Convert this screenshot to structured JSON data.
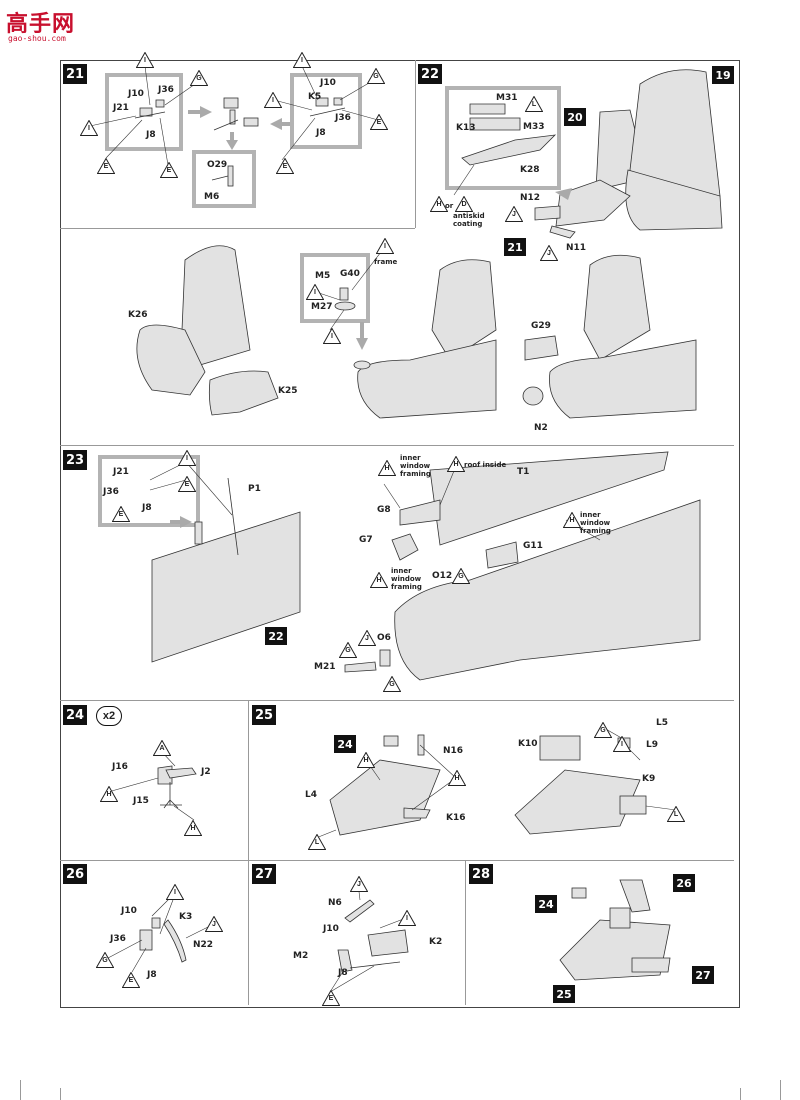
{
  "watermark": {
    "main": "高手网",
    "sub": "gao-shou.com"
  },
  "steps": {
    "s21": "21",
    "s22": "22",
    "s23": "23",
    "s24": "24",
    "s25": "25",
    "s26": "26",
    "s27": "27",
    "s28": "28"
  },
  "multiplier": "x2",
  "refs": {
    "r19": "19",
    "r20": "20",
    "r21": "21",
    "r22": "22",
    "r24a": "24",
    "r24b": "24",
    "r25": "25",
    "r26": "26",
    "r27": "27"
  },
  "labels": {
    "J10a": "J10",
    "J36a": "J36",
    "J21a": "J21",
    "J8a": "J8",
    "O29": "O29",
    "M6": "M6",
    "J10b": "J10",
    "K5": "K5",
    "J36b": "J36",
    "J8b": "J8",
    "M31": "M31",
    "K13": "K13",
    "M33": "M33",
    "K28": "K28",
    "N12": "N12",
    "N11": "N11",
    "K26": "K26",
    "K25": "K25",
    "M5": "M5",
    "G40": "G40",
    "M27": "M27",
    "G29": "G29",
    "N2": "N2",
    "J21c": "J21",
    "J36c": "J36",
    "J8c": "J8",
    "P1": "P1",
    "T1": "T1",
    "G8": "G8",
    "G7": "G7",
    "G11": "G11",
    "O12": "O12",
    "O6": "O6",
    "M21": "M21",
    "J16": "J16",
    "J2": "J2",
    "J15": "J15",
    "N16": "N16",
    "L4": "L4",
    "K16": "K16",
    "K10": "K10",
    "L5": "L5",
    "L9": "L9",
    "K9": "K9",
    "J10d": "J10",
    "K3": "K3",
    "J36d": "J36",
    "N22": "N22",
    "J8d": "J8",
    "N6": "N6",
    "J10e": "J10",
    "K2": "K2",
    "M2": "M2",
    "J8e": "J8"
  },
  "notes": {
    "or": "or",
    "antiskid": "antiskid\ncoating",
    "frame": "frame",
    "inner1": "inner\nwindow\nframing",
    "roof": "roof inside",
    "inner2": "inner\nwindow\nframing",
    "inner3": "inner\nwindow\nframing"
  },
  "tri": {
    "t1": "I",
    "t2": "G",
    "t3": "I",
    "t4": "E",
    "t5": "E",
    "t6": "I",
    "t7": "G",
    "t8": "I",
    "t9": "E",
    "t10": "E",
    "t11": "L",
    "t12": "H",
    "t13": "D",
    "t14": "J",
    "t15": "J",
    "t16": "I",
    "t17": "I",
    "t18": "I",
    "t19": "I",
    "t20": "E",
    "t21": "E",
    "t22": "H",
    "t23": "H",
    "t24": "H",
    "t25": "H",
    "t26": "G",
    "t27": "G",
    "t28": "J",
    "t29": "G",
    "t30": "A",
    "t31": "H",
    "t32": "H",
    "t33": "H",
    "t34": "H",
    "t35": "L",
    "t36": "G",
    "t37": "I",
    "t38": "L",
    "t39": "I",
    "t40": "J",
    "t41": "G",
    "t42": "E",
    "t43": "J",
    "t44": "I",
    "t45": "E"
  }
}
